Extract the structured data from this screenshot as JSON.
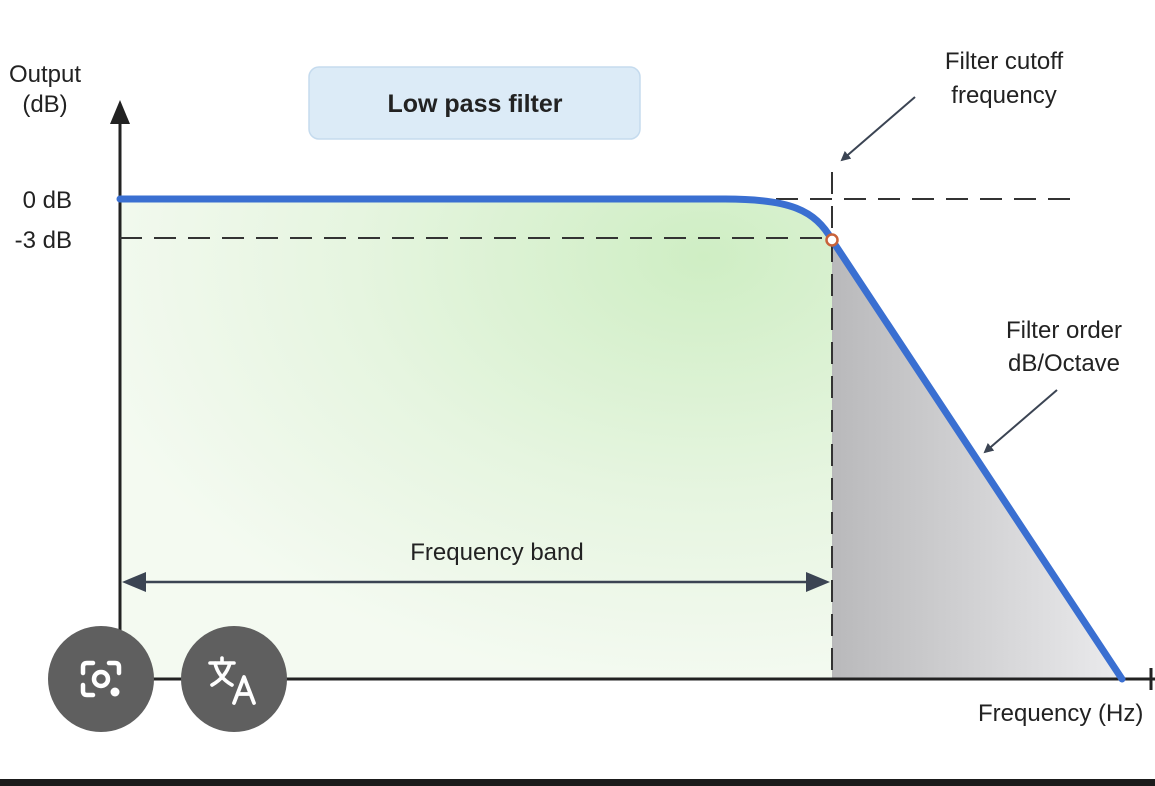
{
  "title": "Low pass filter",
  "axes": {
    "y_label_line1": "Output",
    "y_label_line2": "(dB)",
    "x_label": "Frequency (Hz)",
    "ticks": [
      "0 dB",
      "-3 dB"
    ]
  },
  "annotations": {
    "cutoff_line1": "Filter cutoff",
    "cutoff_line2": "frequency",
    "order_line1": "Filter order",
    "order_line2": "dB/Octave",
    "band": "Frequency band"
  },
  "colors": {
    "curve": "#3a6fd1",
    "passband": "#d7f0cf",
    "stopband": "#c4c4c6",
    "title_box": "#dcebf7",
    "cutoff_marker": "#c8623a"
  },
  "overlay_buttons": {
    "lens_icon": "camera-search-icon",
    "translate_icon": "translate-icon"
  }
}
